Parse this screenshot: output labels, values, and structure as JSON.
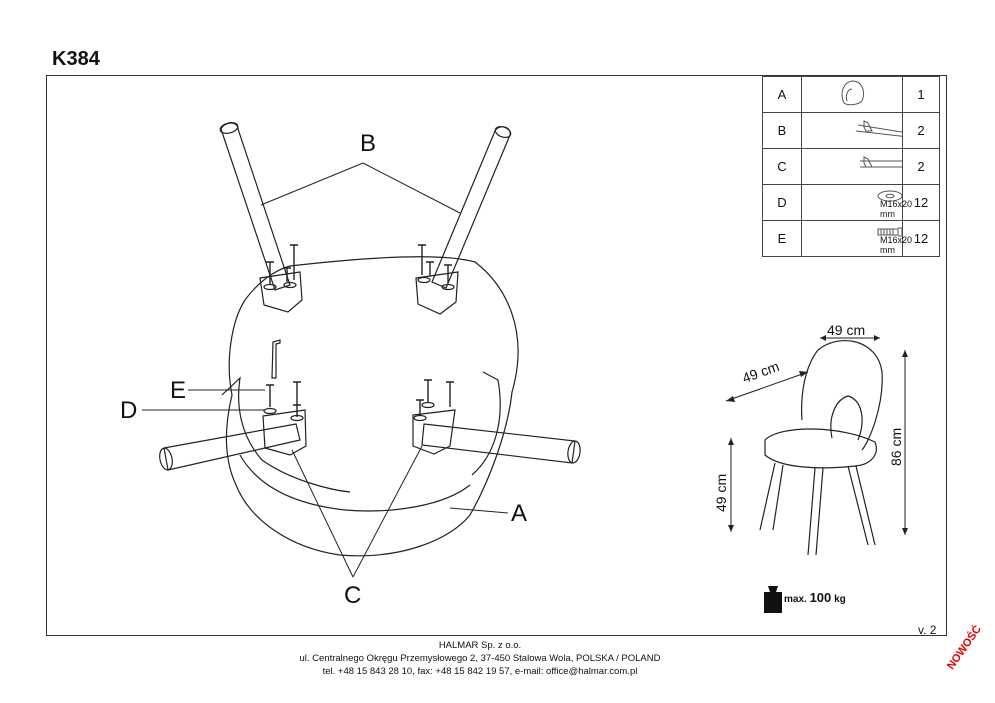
{
  "model": "K384",
  "version": "v. 2",
  "labels": {
    "a": "A",
    "b": "B",
    "c": "C",
    "d": "D",
    "e": "E"
  },
  "parts": [
    {
      "letter": "A",
      "icon": "seat-icon",
      "spec": "",
      "qty": "1"
    },
    {
      "letter": "B",
      "icon": "back-leg-icon",
      "spec": "",
      "qty": "2"
    },
    {
      "letter": "C",
      "icon": "front-leg-icon",
      "spec": "",
      "qty": "2"
    },
    {
      "letter": "D",
      "icon": "washer-icon",
      "spec": "M16x20 mm",
      "qty": "12"
    },
    {
      "letter": "E",
      "icon": "bolt-icon",
      "spec": "M16x20 mm",
      "qty": "12"
    }
  ],
  "dimensions": {
    "width": "49 cm",
    "depth": "49 cm",
    "height": "86 cm",
    "seat_height": "49 cm"
  },
  "max_load": {
    "prefix": "max.",
    "value": "100",
    "unit": "kg"
  },
  "footer": {
    "company": "HALMAR Sp. z o.o.",
    "address": "ul. Centralnego Okręgu Przemysłowego 2, 37-450 Stalowa Wola, POLSKA / POLAND",
    "contact": "tel. +48 15 843 28 10, fax: +48 15 842 19 57, e-mail: office@halmar.com.pl"
  },
  "badge": "NOWOŚĆ"
}
